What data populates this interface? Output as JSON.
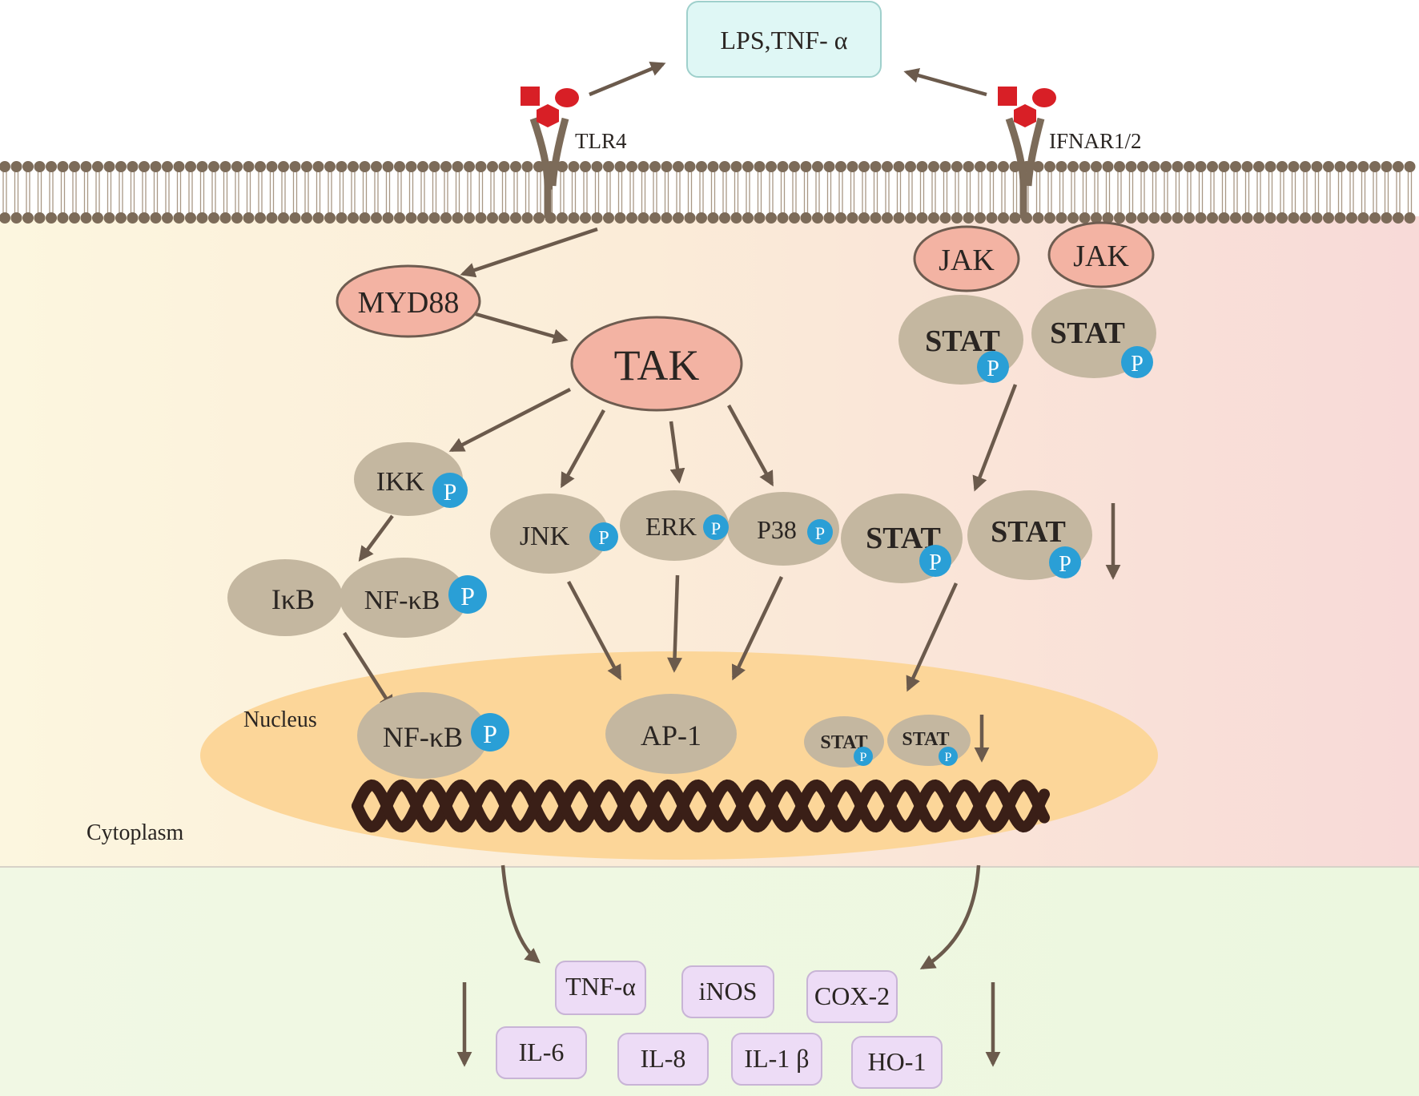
{
  "ligand_box": {
    "label": "LPS,TNF- α"
  },
  "receptors": {
    "tlr4": "TLR4",
    "ifnar": "IFNAR1/2"
  },
  "regions": {
    "nucleus": "Nucleus",
    "cytoplasm": "Cytoplasm"
  },
  "nodes": {
    "myd88": "MYD88",
    "tak": "TAK",
    "ikk": "IKK",
    "ikb": "IκB",
    "nfkb": "NF-κB",
    "nfkb_nuclear": "NF-κB",
    "jnk": "JNK",
    "erk": "ERK",
    "p38": "P38",
    "ap1": "AP-1",
    "jak_1": "JAK",
    "jak_2": "JAK",
    "stat_1": "STAT",
    "stat_2": "STAT",
    "stat_3": "STAT",
    "stat_4": "STAT",
    "stat_nuc_1": "STAT",
    "stat_nuc_2": "STAT",
    "phospho": "P"
  },
  "cytokines": {
    "tnf": "TNF-α",
    "inos": "iNOS",
    "cox2": "COX-2",
    "il6": "IL-6",
    "il8": "IL-8",
    "il1b": "IL-1 β",
    "ho1": "HO-1"
  },
  "colors": {
    "cytoplasm": "#fbf0dc",
    "nucleus": "#fcd699",
    "membrane_head": "#7c6b59",
    "ligand_red": "#d81f26",
    "phospho_blue": "#2a9fd6",
    "pink_node": "#f3b3a3",
    "tan_node": "#c4b7a0",
    "ligand_box": "#dff7f5",
    "cytokine_box": "#eddcf6",
    "dna": "#3a1f17"
  }
}
